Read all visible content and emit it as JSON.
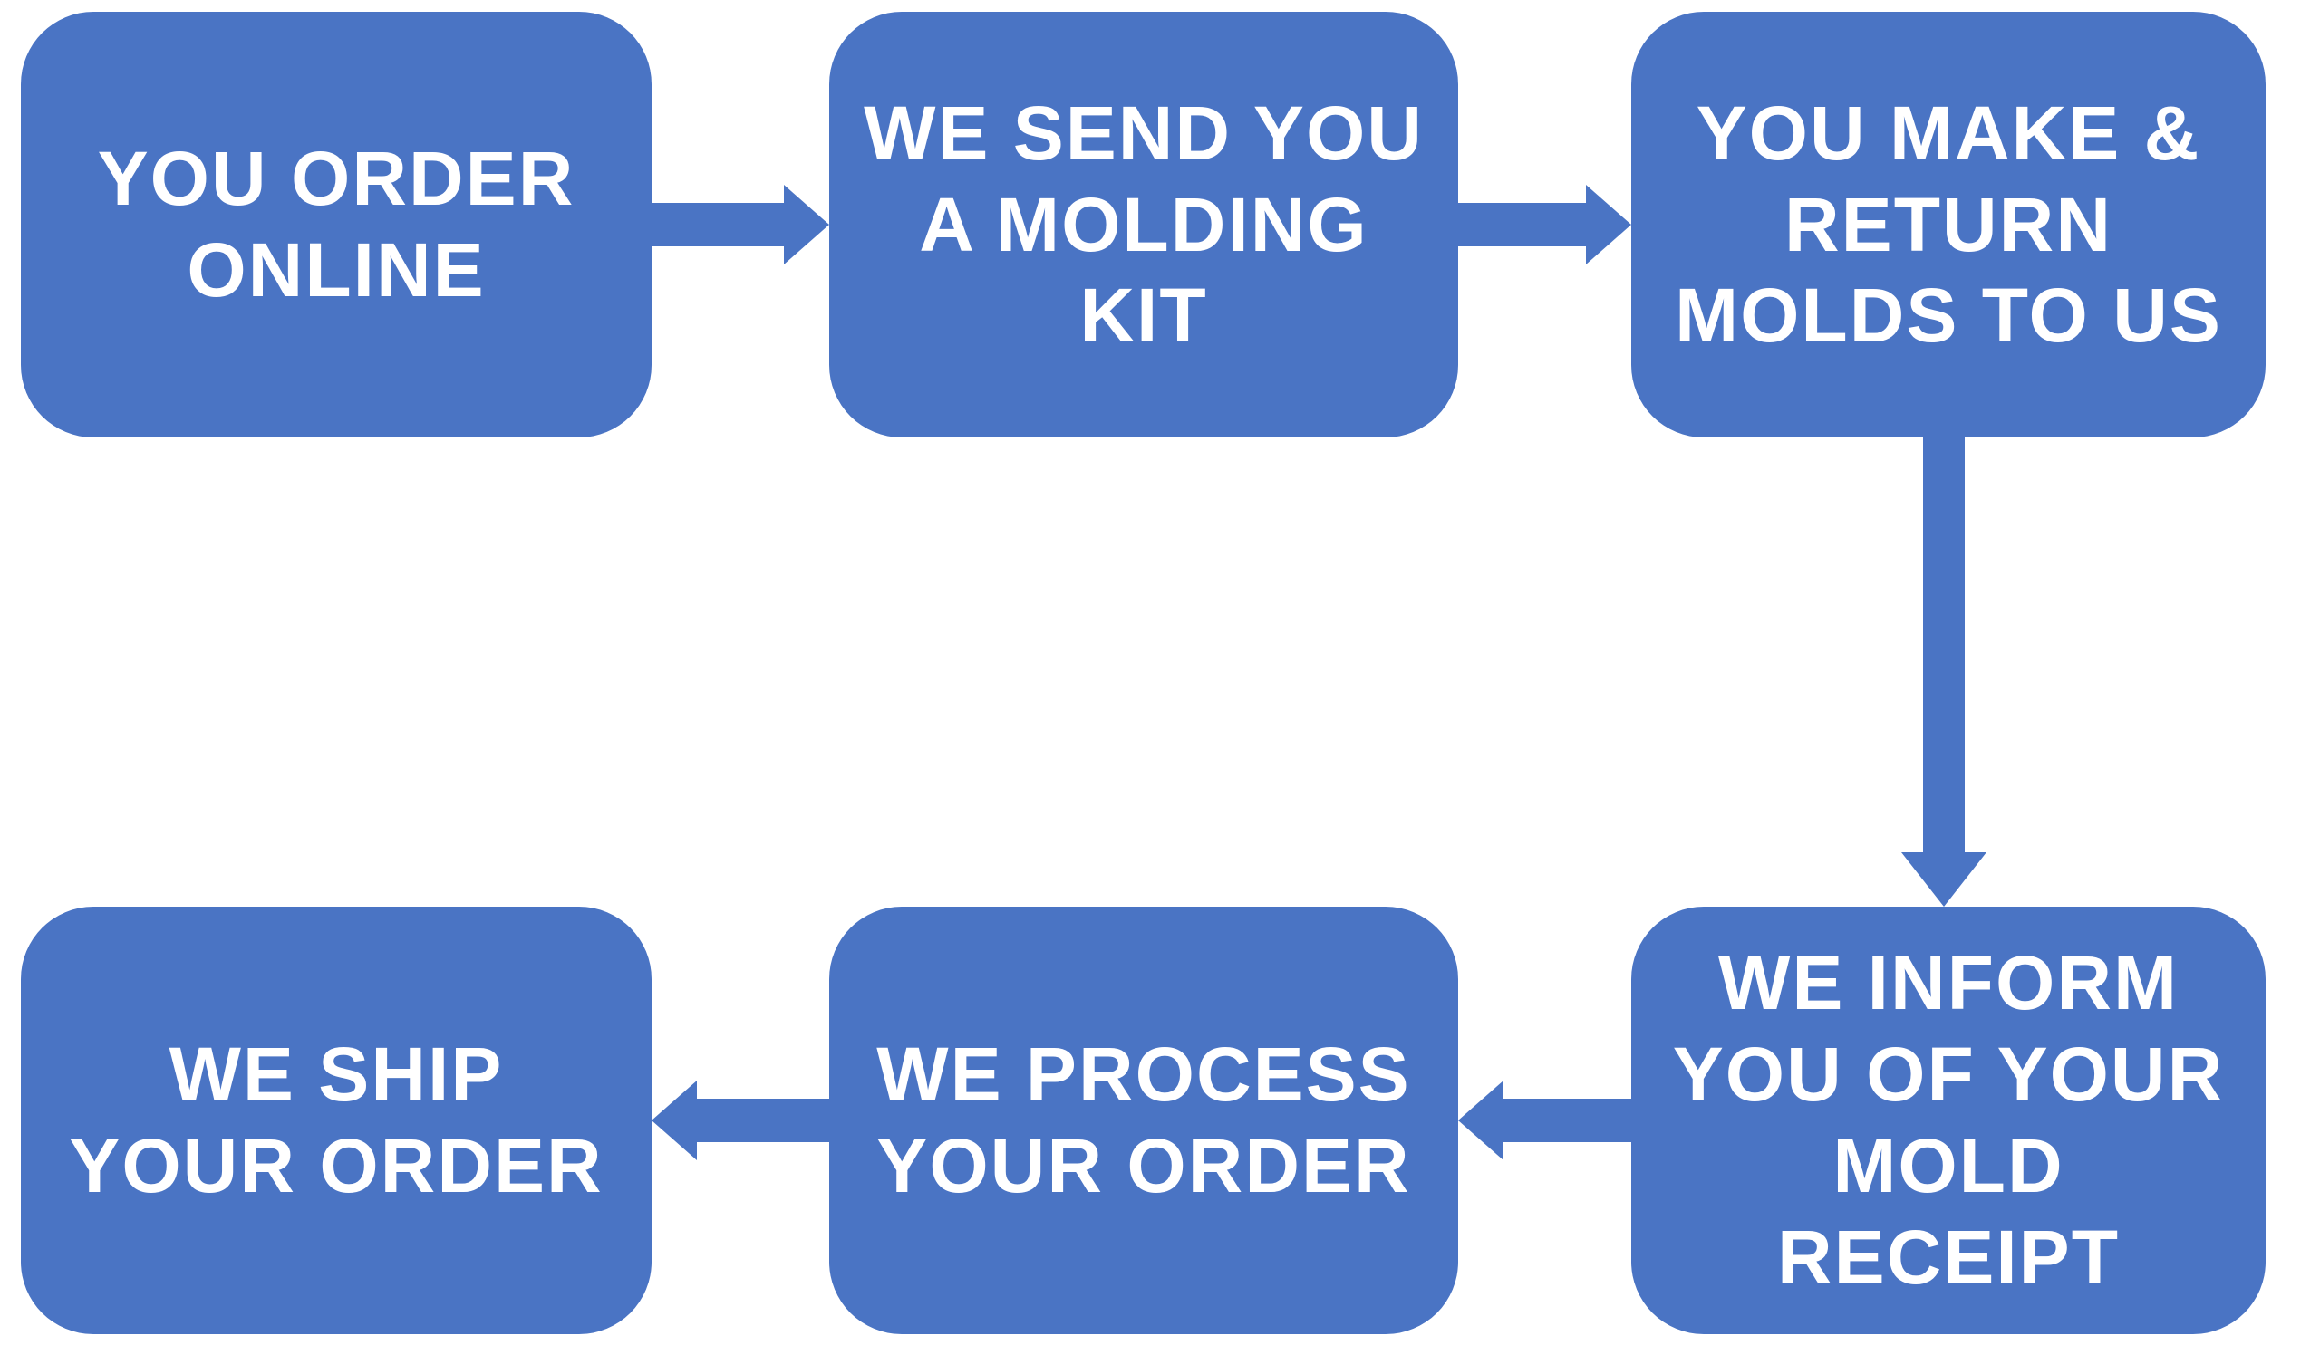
{
  "colors": {
    "node": "#4a74c4",
    "text": "#ffffff",
    "bg": "#ffffff"
  },
  "steps": [
    {
      "id": 1,
      "label": "YOU ORDER\nONLINE"
    },
    {
      "id": 2,
      "label": "WE SEND YOU\nA MOLDING\nKIT"
    },
    {
      "id": 3,
      "label": "YOU MAKE &\nRETURN\nMOLDS TO US"
    },
    {
      "id": 4,
      "label": "WE INFORM\nYOU OF YOUR\nMOLD\nRECEIPT"
    },
    {
      "id": 5,
      "label": "WE PROCESS\nYOUR ORDER"
    },
    {
      "id": 6,
      "label": "WE SHIP\nYOUR ORDER"
    }
  ],
  "connections": [
    {
      "from": 1,
      "to": 2,
      "direction": "right"
    },
    {
      "from": 2,
      "to": 3,
      "direction": "right"
    },
    {
      "from": 3,
      "to": 4,
      "direction": "down"
    },
    {
      "from": 4,
      "to": 5,
      "direction": "left"
    },
    {
      "from": 5,
      "to": 6,
      "direction": "left"
    }
  ]
}
